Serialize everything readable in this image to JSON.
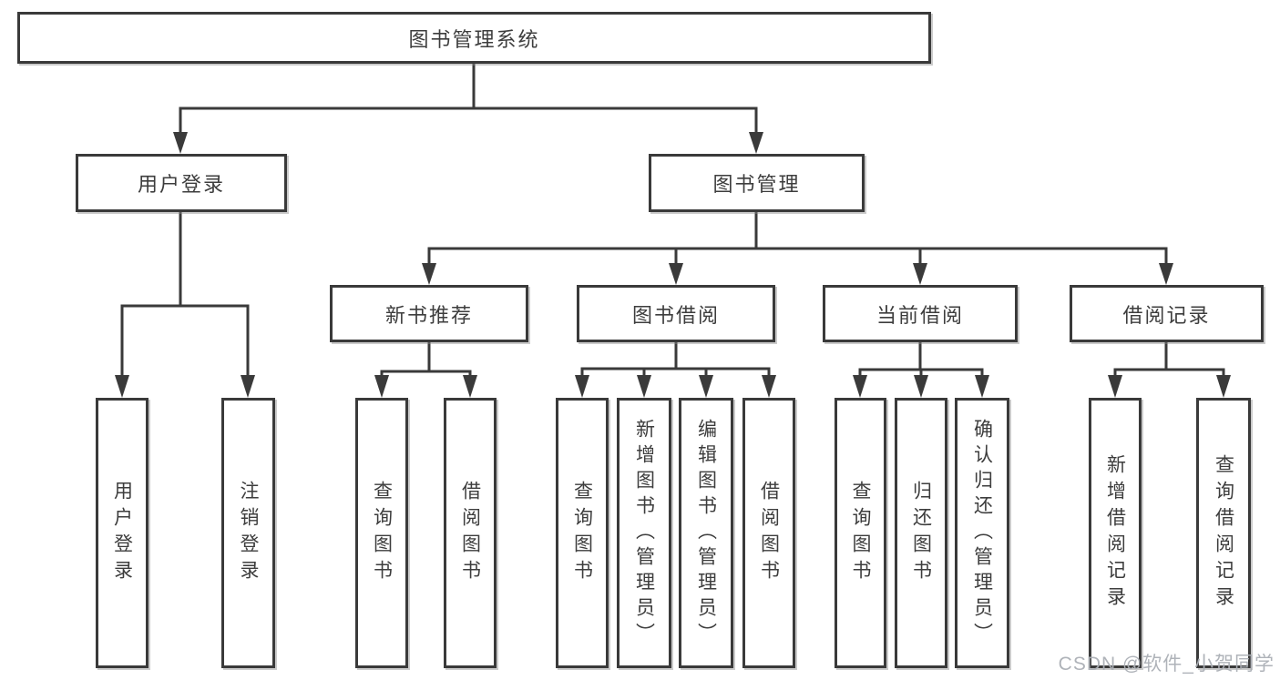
{
  "tree": {
    "label": "图书管理系统",
    "children": [
      {
        "label": "用户登录",
        "children": [
          {
            "label": "用户登录"
          },
          {
            "label": "注销登录"
          }
        ]
      },
      {
        "label": "图书管理",
        "children": [
          {
            "label": "新书推荐",
            "children": [
              {
                "label": "查询图书"
              },
              {
                "label": "借阅图书"
              }
            ]
          },
          {
            "label": "图书借阅",
            "children": [
              {
                "label": "查询图书"
              },
              {
                "label": "新增图书（管理员）"
              },
              {
                "label": "编辑图书（管理员）"
              },
              {
                "label": "借阅图书"
              }
            ]
          },
          {
            "label": "当前借阅",
            "children": [
              {
                "label": "查询图书"
              },
              {
                "label": "归还图书"
              },
              {
                "label": "确认归还（管理员）"
              }
            ]
          },
          {
            "label": "借阅记录",
            "children": [
              {
                "label": "新增借阅记录"
              },
              {
                "label": "查询借阅记录"
              }
            ]
          }
        ]
      }
    ]
  },
  "watermark": "CSDN @软件_小贺同学",
  "colors": {
    "line": "#3a3a3a",
    "text": "#3d3d3d",
    "box_background": "#ffffff",
    "watermark": "#abafb5"
  }
}
